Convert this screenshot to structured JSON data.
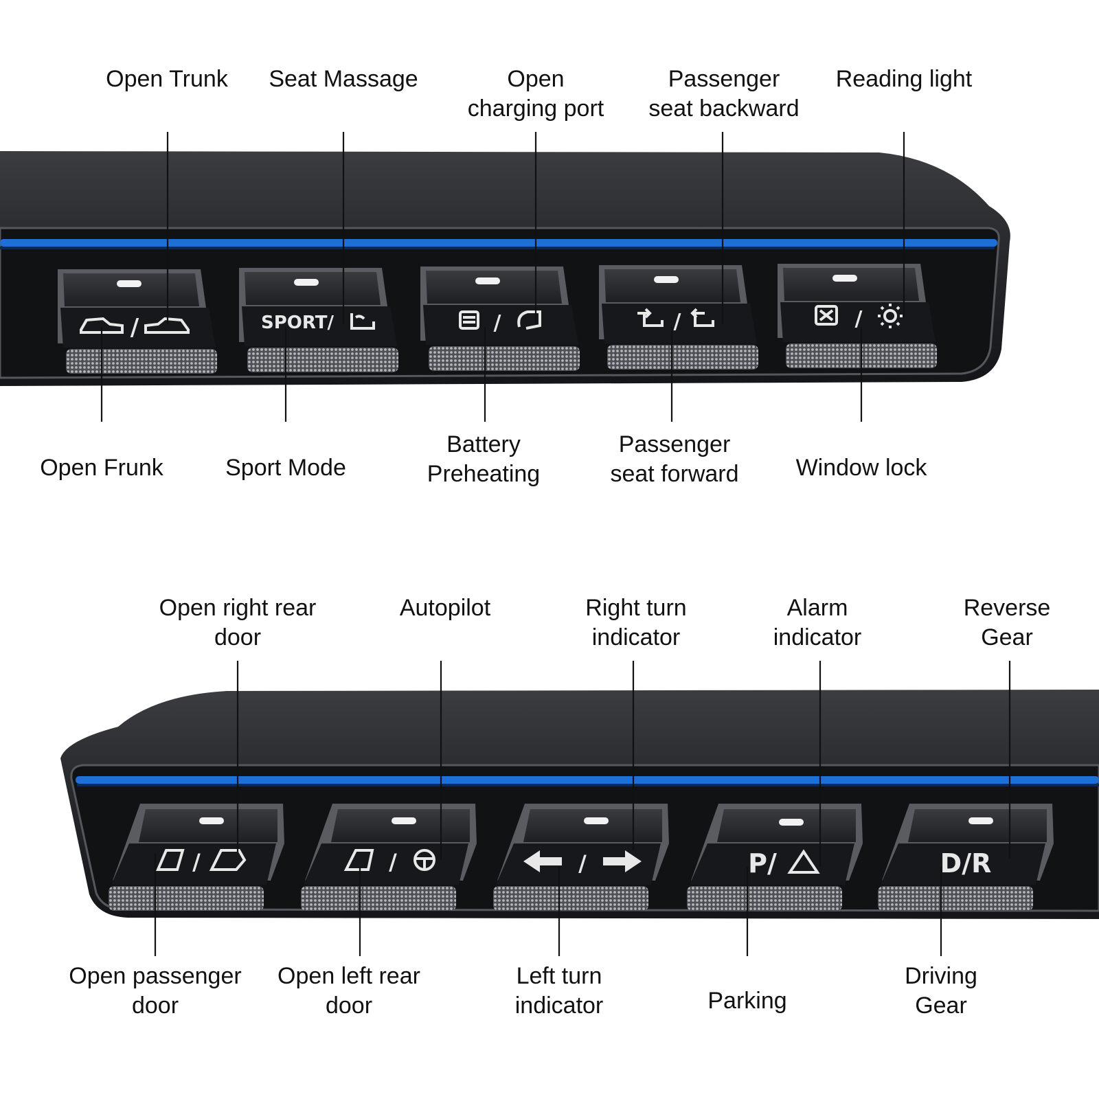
{
  "colors": {
    "background": "#ffffff",
    "panel_body": "#1c1d20",
    "panel_top": "#3a3b3f",
    "accent_strip": "#1f6fd6",
    "key_face": "#2a2b2e",
    "knurl": "#8e9096",
    "leader_line": "#111111",
    "label_text": "#111111"
  },
  "top_panel": {
    "labels_above": [
      {
        "id": "open-trunk",
        "lines": [
          "Open Trunk"
        ]
      },
      {
        "id": "seat-massage",
        "lines": [
          "Seat Massage"
        ]
      },
      {
        "id": "open-charging-port",
        "lines": [
          "Open",
          "charging port"
        ]
      },
      {
        "id": "passenger-seat-backward",
        "lines": [
          "Passenger",
          "seat backward"
        ]
      },
      {
        "id": "reading-light",
        "lines": [
          "Reading light"
        ]
      }
    ],
    "labels_below": [
      {
        "id": "open-frunk",
        "lines": [
          "Open Frunk"
        ]
      },
      {
        "id": "sport-mode",
        "lines": [
          "Sport Mode"
        ]
      },
      {
        "id": "battery-preheating",
        "lines": [
          "Battery",
          "Preheating"
        ]
      },
      {
        "id": "passenger-seat-forward",
        "lines": [
          "Passenger",
          "seat forward"
        ]
      },
      {
        "id": "window-lock",
        "lines": [
          "Window lock"
        ]
      }
    ],
    "keys": [
      {
        "icon": "frunk-trunk-car-icon",
        "text": "/"
      },
      {
        "icon": "sport-massage-icon",
        "text": "SPORT/"
      },
      {
        "icon": "battery-charge-port-icon",
        "text": "/"
      },
      {
        "icon": "seat-forward-backward-icon",
        "text": "/"
      },
      {
        "icon": "window-lock-reading-light-icon",
        "text": "/"
      }
    ]
  },
  "bottom_panel": {
    "labels_above": [
      {
        "id": "open-right-rear-door",
        "lines": [
          "Open right rear",
          "door"
        ]
      },
      {
        "id": "autopilot",
        "lines": [
          "Autopilot"
        ]
      },
      {
        "id": "right-turn-indicator",
        "lines": [
          "Right turn",
          "indicator"
        ]
      },
      {
        "id": "alarm-indicator",
        "lines": [
          "Alarm",
          "indicator"
        ]
      },
      {
        "id": "reverse-gear",
        "lines": [
          "Reverse",
          "Gear"
        ]
      }
    ],
    "labels_below": [
      {
        "id": "open-passenger-door",
        "lines": [
          "Open passenger",
          "door"
        ]
      },
      {
        "id": "open-left-rear-door",
        "lines": [
          "Open left rear",
          "door"
        ]
      },
      {
        "id": "left-turn-indicator",
        "lines": [
          "Left turn",
          "indicator"
        ]
      },
      {
        "id": "parking",
        "lines": [
          "Parking"
        ]
      },
      {
        "id": "driving-gear",
        "lines": [
          "Driving",
          "Gear"
        ]
      }
    ],
    "keys": [
      {
        "icon": "door-icons",
        "text": "/"
      },
      {
        "icon": "door-steering-wheel-icon",
        "text": "/"
      },
      {
        "icon": "turn-arrows-icon",
        "text": "/"
      },
      {
        "icon": "parking-alarm-icon",
        "text": "P/"
      },
      {
        "icon": "gear-letters-icon",
        "text": "D/R"
      }
    ]
  }
}
